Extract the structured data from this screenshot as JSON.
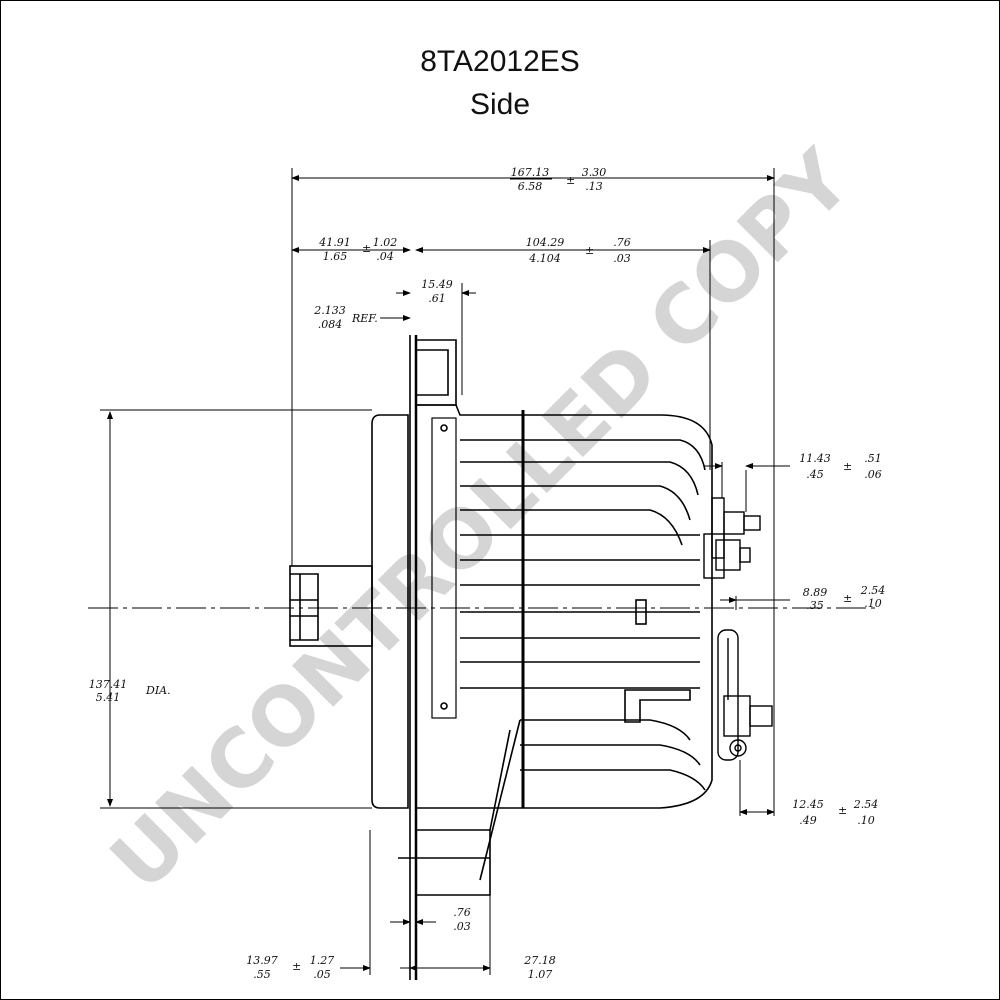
{
  "title": "8TA2012ES",
  "subtitle": "Side",
  "watermark": "UNCONTROLLED COPY",
  "dimensions": {
    "overall_length": {
      "mm": "167.13",
      "in": "6.58",
      "tol_mm": "3.30",
      "tol_in": ".13"
    },
    "front_offset": {
      "mm": "41.91",
      "in": "1.65",
      "tol_mm": "1.02",
      "tol_in": ".04"
    },
    "body_length": {
      "mm": "104.29",
      "in": "4.104",
      "tol_mm": ".76",
      "tol_in": ".03"
    },
    "flange_width": {
      "mm": "15.49",
      "in": ".61"
    },
    "ref_offset": {
      "mm": "2.133",
      "in": ".084",
      "note": "REF."
    },
    "terminal_offset_top": {
      "mm": "11.43",
      "in": ".45",
      "tol_mm": ".51",
      "tol_in": ".06"
    },
    "terminal_offset_mid": {
      "mm": "8.89",
      "in": ".35",
      "tol_mm": "2.54",
      "tol_in": ".10"
    },
    "terminal_offset_bottom": {
      "mm": "12.45",
      "in": ".49",
      "tol_mm": "2.54",
      "tol_in": ".10"
    },
    "diameter": {
      "mm": "137.41",
      "in": "5.41",
      "note": "DIA."
    },
    "mount_gap": {
      "mm": ".76",
      "in": ".03"
    },
    "mount_offset": {
      "mm": "13.97",
      "in": ".55",
      "tol_mm": "1.27",
      "tol_in": ".05"
    },
    "mount_width": {
      "mm": "27.18",
      "in": "1.07"
    }
  }
}
